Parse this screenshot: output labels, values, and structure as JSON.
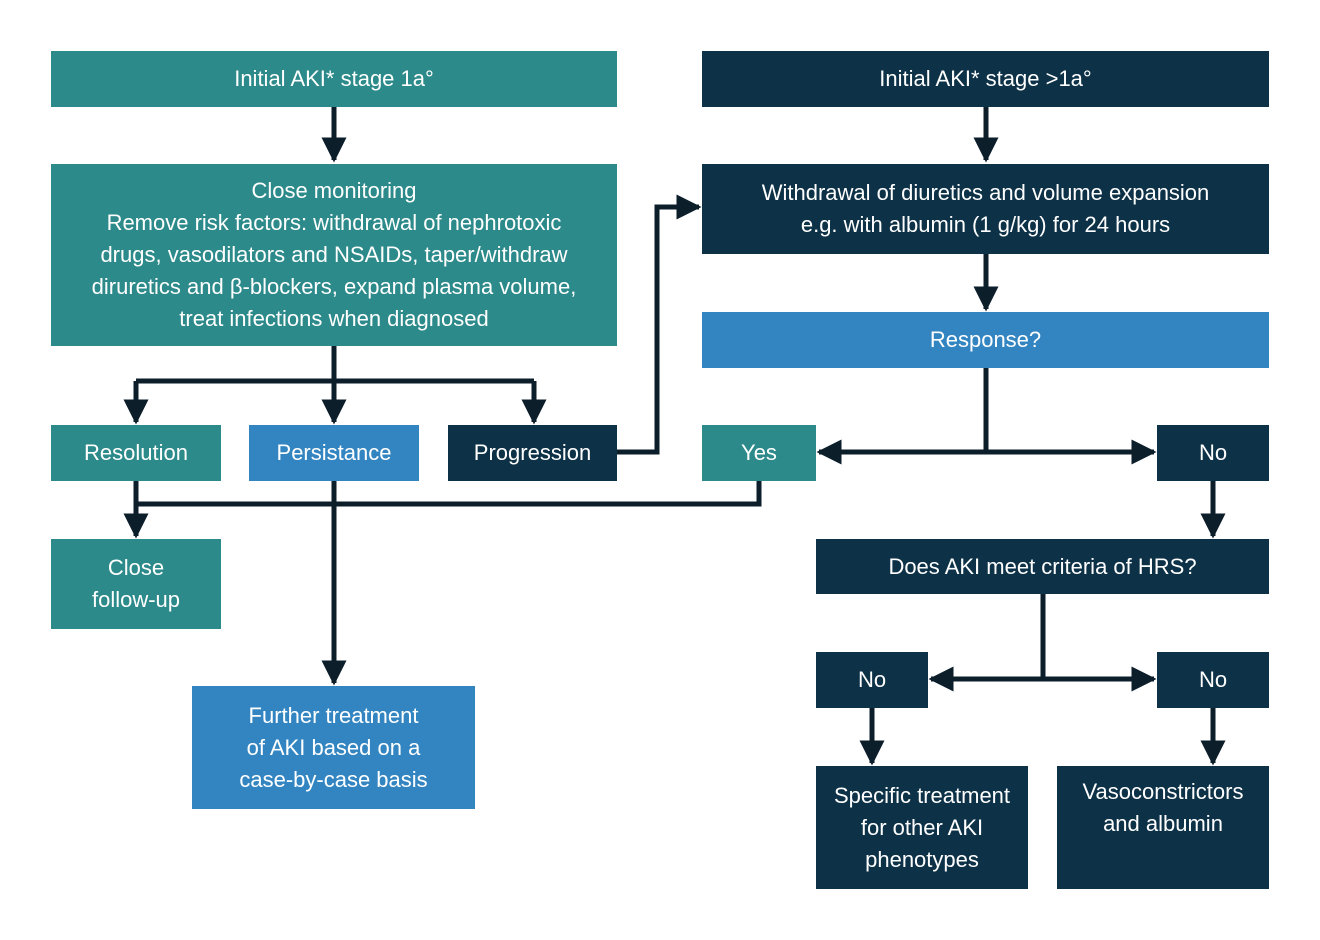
{
  "colors": {
    "teal": "#2d8a8a",
    "navy": "#0d3147",
    "blue": "#3385c1",
    "arrow": "#0d1e2b"
  },
  "nodes": {
    "stage1a": {
      "lines": [
        "Initial AKI* stage 1a°"
      ]
    },
    "stage_gt1a": {
      "lines": [
        "Initial AKI* stage >1a°"
      ]
    },
    "close_monitoring": {
      "lines": [
        "Close monitoring",
        "Remove risk factors: withdrawal of nephrotoxic",
        "drugs, vasodilators and NSAIDs, taper/withdraw",
        "diruretics and β-blockers, expand plasma volume,",
        "treat infections when diagnosed"
      ]
    },
    "withdrawal": {
      "lines": [
        "Withdrawal of diuretics and volume expansion",
        "e.g. with albumin (1 g/kg) for 24 hours"
      ]
    },
    "response": {
      "lines": [
        "Response?"
      ]
    },
    "resolution": {
      "lines": [
        "Resolution"
      ]
    },
    "persistance": {
      "lines": [
        "Persistance"
      ]
    },
    "progression": {
      "lines": [
        "Progression"
      ]
    },
    "yes": {
      "lines": [
        "Yes"
      ]
    },
    "no_response": {
      "lines": [
        "No"
      ]
    },
    "close_followup": {
      "lines": [
        "Close",
        "follow-up"
      ]
    },
    "hrs_criteria": {
      "lines": [
        "Does AKI meet criteria of HRS?"
      ]
    },
    "no_left": {
      "lines": [
        "No"
      ]
    },
    "no_right": {
      "lines": [
        "No"
      ]
    },
    "further_treatment": {
      "lines": [
        "Further treatment",
        "of AKI based on a",
        "case-by-case basis"
      ]
    },
    "specific_treatment": {
      "lines": [
        "Specific treatment",
        "for other AKI",
        "phenotypes"
      ]
    },
    "vasoconstrictors": {
      "lines": [
        "Vasoconstrictors",
        "and albumin"
      ]
    }
  }
}
